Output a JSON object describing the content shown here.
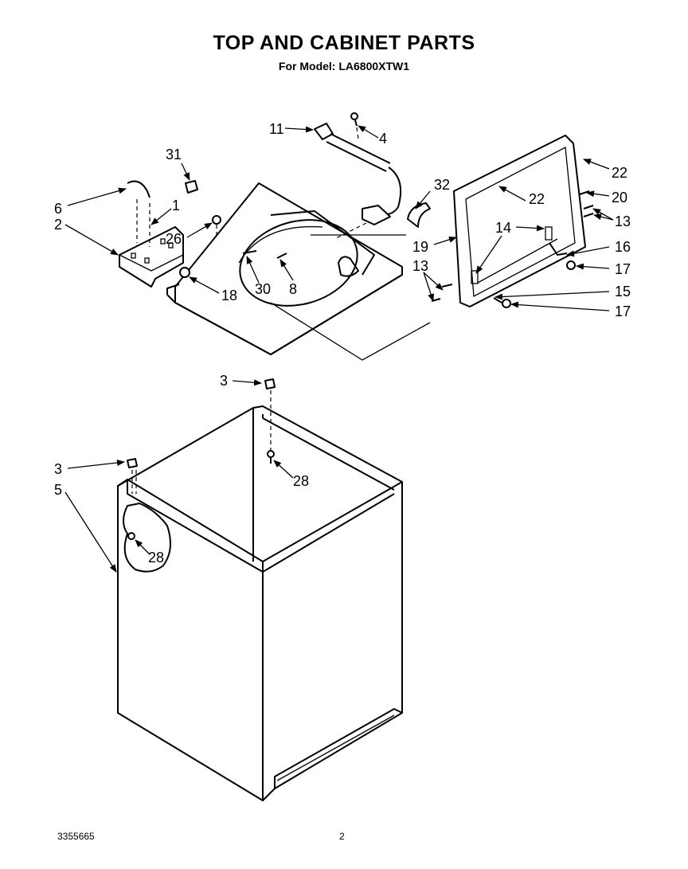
{
  "header": {
    "title": "TOP AND CABINET PARTS",
    "subtitle": "For Model: LA6800XTW1"
  },
  "footer": {
    "doc_number": "3355665",
    "page_number": "2"
  },
  "callouts": {
    "c1": "1",
    "c2": "2",
    "c3a": "3",
    "c3b": "3",
    "c4": "4",
    "c5": "5",
    "c6": "6",
    "c8": "8",
    "c11": "11",
    "c13a": "13",
    "c13b": "13",
    "c14": "14",
    "c15": "15",
    "c16": "16",
    "c17a": "17",
    "c17b": "17",
    "c18": "18",
    "c19": "19",
    "c20": "20",
    "c22a": "22",
    "c22b": "22",
    "c26": "26",
    "c28a": "28",
    "c28b": "28",
    "c30": "30",
    "c31": "31",
    "c32": "32"
  }
}
